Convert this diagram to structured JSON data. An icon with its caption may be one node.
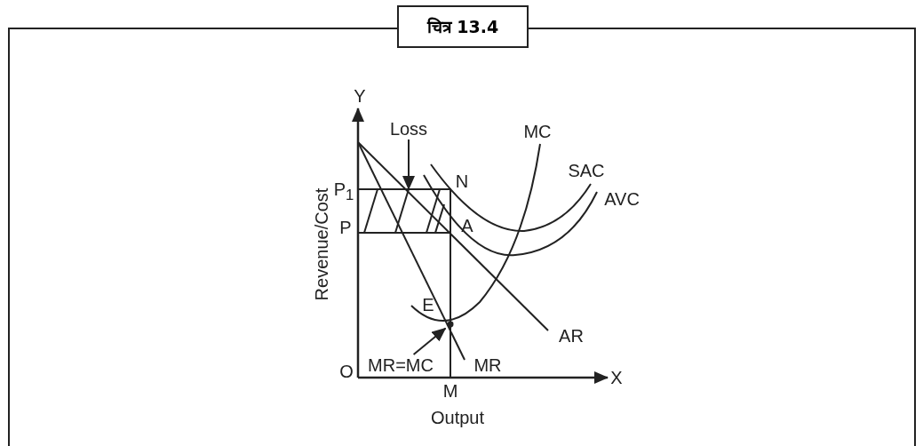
{
  "diagram": {
    "title": "चित्र 13.4",
    "nodes": [
      {
        "text": [
          "Loss"
        ]
      },
      {
        "text": [
          "MR=MC"
        ]
      },
      {
        "text": [],
        "shape": "box"
      },
      {
        "text": [],
        "shape": "circle"
      }
    ],
    "edges": [
      {
        "from": 0,
        "to": 2,
        "arrow": "to"
      },
      {
        "from": 1,
        "to": 3,
        "arrow": "to"
      }
    ],
    "labels": [
      "Y",
      "MC",
      "N",
      "SAC",
      "P$_{1}$",
      "AVC",
      "P",
      "A",
      "Revenue/Cost",
      "E",
      "AR",
      "MR",
      "O",
      "X",
      "M",
      "Output"
    ]
  }
}
